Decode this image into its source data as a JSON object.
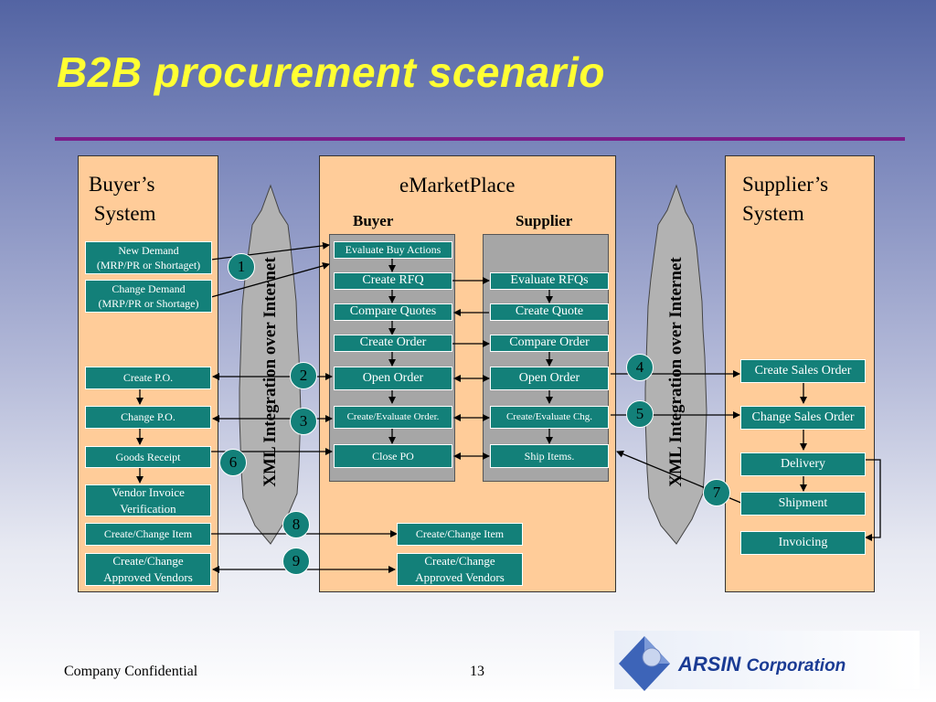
{
  "title": "B2B procurement scenario",
  "buyer_system": {
    "title": "Buyer’s\n System",
    "items": [
      "New Demand\n(MRP/PR or Shortaget)",
      "Change Demand\n(MRP/PR or Shortage)",
      "Create P.O.",
      "Change P.O.",
      "Goods Receipt",
      "Vendor Invoice\nVerification",
      "Create/Change Item",
      "Create/Change\nApproved Vendors"
    ]
  },
  "emarketplace": {
    "title": "eMarketPlace",
    "buyer_label": "Buyer",
    "supplier_label": "Supplier",
    "buyer_items": [
      "Evaluate Buy Actions",
      "Create RFQ",
      "Compare Quotes",
      "Create Order",
      "Open Order",
      "Create/Evaluate Order.",
      "Close PO"
    ],
    "supplier_items": [
      "Evaluate RFQs",
      "Create Quote",
      "Compare Order",
      "Open Order",
      "Create/Evaluate Chg.",
      "Ship Items."
    ],
    "item": "Create/Change Item",
    "vendors": "Create/Change\nApproved Vendors"
  },
  "supplier_system": {
    "title": "Supplier’s\nSystem",
    "items": [
      "Create Sales Order",
      "Change Sales Order",
      "Delivery",
      "Shipment",
      "Invoicing"
    ]
  },
  "xml_label": "XML Integration over Internet",
  "steps": [
    "1",
    "2",
    "3",
    "4",
    "5",
    "6",
    "7",
    "8",
    "9"
  ],
  "footer": {
    "confidential": "Company Confidential",
    "page": "13"
  },
  "logo": {
    "name": "ARSIN",
    "suffix": "Corporation"
  },
  "colors": {
    "title": "#ffff33",
    "panel": "#ffcc99",
    "box": "#138079",
    "rule": "#7a1f8a",
    "logo": "#1a3b94"
  }
}
